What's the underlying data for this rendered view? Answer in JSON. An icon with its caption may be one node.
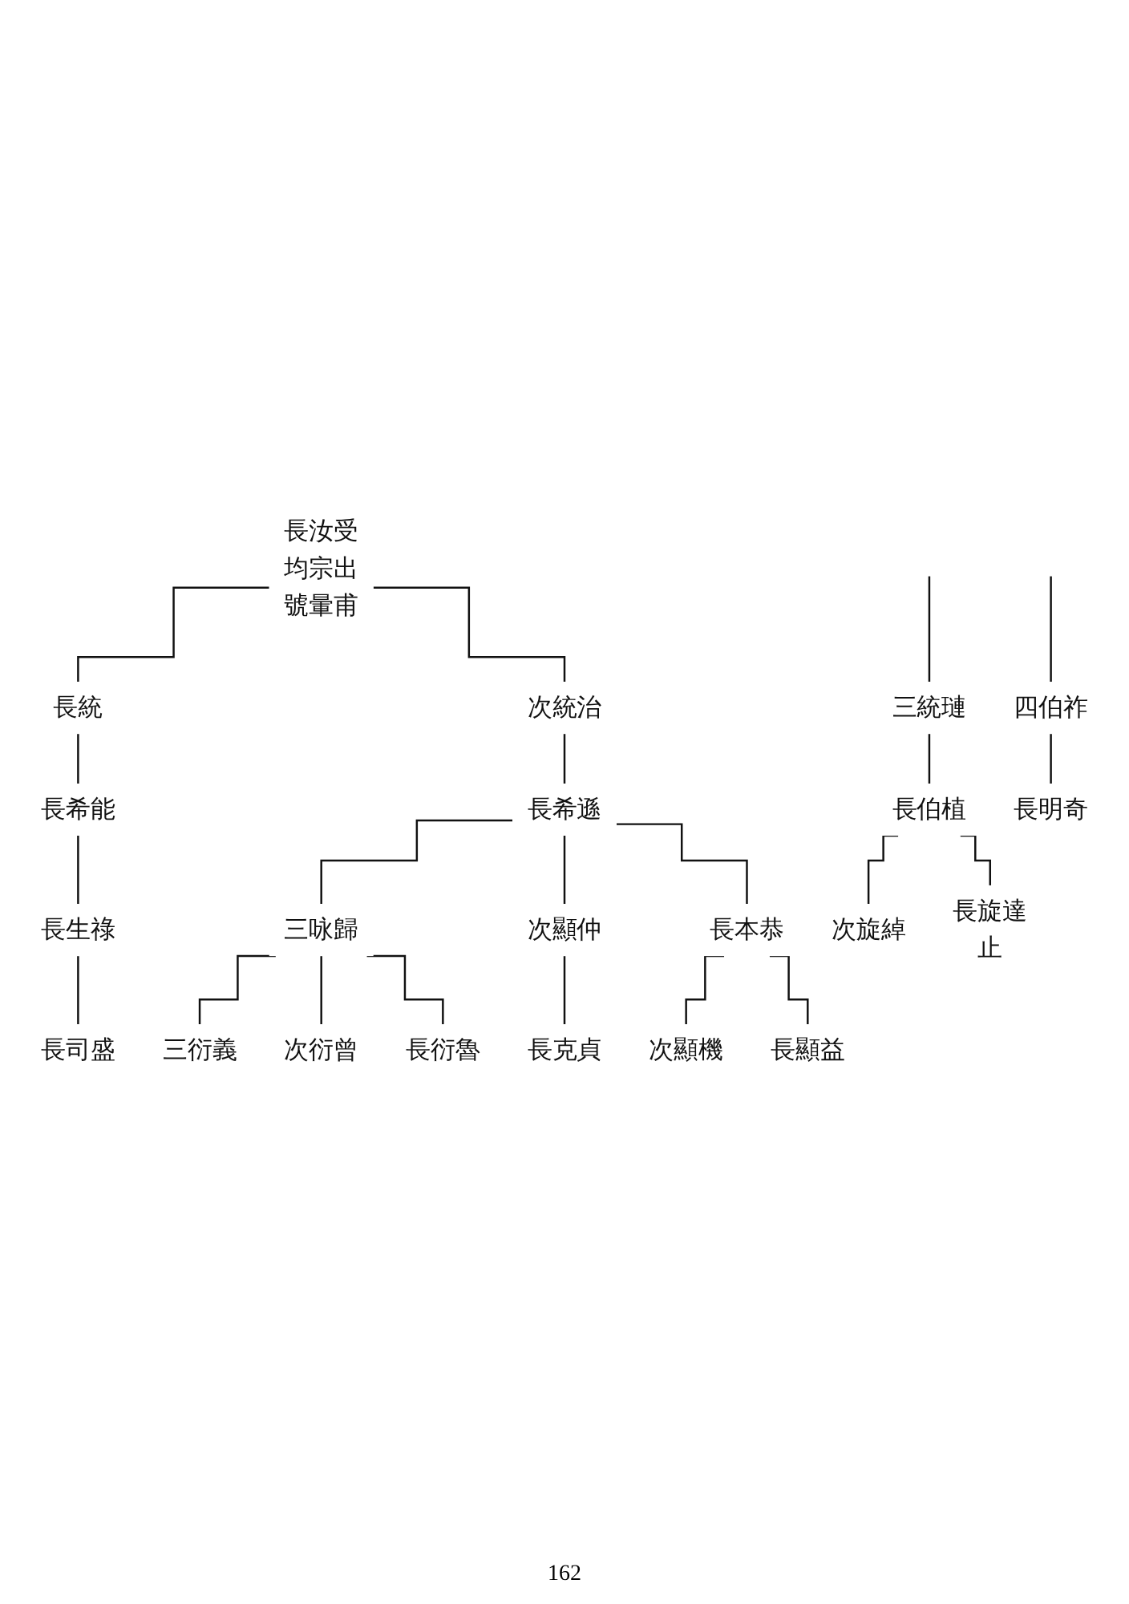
{
  "diagram": {
    "nodes": [
      {
        "text": [
          "長汝受",
          "均宗出",
          "號暈甫"
        ]
      },
      {
        "text": [
          "長統"
        ]
      },
      {
        "text": [
          "次統治"
        ]
      },
      {
        "text": [
          "長希能"
        ]
      },
      {
        "text": [
          "長希遜"
        ]
      },
      {
        "text": [
          "三統璉"
        ]
      },
      {
        "text": [
          "長生祿"
        ]
      },
      {
        "text": [
          "三咏歸"
        ]
      },
      {
        "text": [
          "次顯仲"
        ]
      },
      {
        "text": [
          "長本恭"
        ]
      },
      {
        "text": [
          "長伯植"
        ]
      },
      {
        "text": [
          "四伯祚"
        ]
      },
      {
        "text": [
          "長司盛"
        ]
      },
      {
        "text": [
          "三衍義"
        ]
      },
      {
        "text": [
          "次衍曾"
        ]
      },
      {
        "text": [
          "長衍魯"
        ]
      },
      {
        "text": [
          "長克貞"
        ]
      },
      {
        "text": [
          "次顯機"
        ]
      },
      {
        "text": [
          "長顯益"
        ]
      },
      {
        "text": [
          "次旋綽"
        ]
      },
      {
        "text": [
          "長旋達",
          "止"
        ]
      },
      {
        "text": [
          "長明奇"
        ]
      }
    ],
    "edges": [
      {
        "from": 0,
        "to": 1,
        "arrow": "none"
      },
      {
        "from": 0,
        "to": 2,
        "arrow": "none"
      },
      {
        "from": 1,
        "to": 3,
        "arrow": "none"
      },
      {
        "from": 2,
        "to": 4,
        "arrow": "none"
      },
      {
        "from": null,
        "to": 5,
        "arrow": "none"
      },
      {
        "from": 3,
        "to": 6,
        "arrow": "none"
      },
      {
        "from": 4,
        "to": 7,
        "arrow": "none"
      },
      {
        "from": 4,
        "to": 8,
        "arrow": "none"
      },
      {
        "from": 4,
        "to": 9,
        "arrow": "none"
      },
      {
        "from": 5,
        "to": 10,
        "arrow": "none"
      },
      {
        "from": null,
        "to": 11,
        "arrow": "none"
      },
      {
        "from": 6,
        "to": 12,
        "arrow": "none"
      },
      {
        "from": 7,
        "to": 13,
        "arrow": "none"
      },
      {
        "from": 7,
        "to": 14,
        "arrow": "none"
      },
      {
        "from": 7,
        "to": 15,
        "arrow": "none"
      },
      {
        "from": 8,
        "to": 16,
        "arrow": "none"
      },
      {
        "from": 9,
        "to": 17,
        "arrow": "none"
      },
      {
        "from": 9,
        "to": 18,
        "arrow": "none"
      },
      {
        "from": 10,
        "to": 19,
        "arrow": "none"
      },
      {
        "from": 10,
        "to": 20,
        "arrow": "none"
      },
      {
        "from": 11,
        "to": 21,
        "arrow": "none"
      }
    ],
    "labels": [
      "162"
    ]
  }
}
